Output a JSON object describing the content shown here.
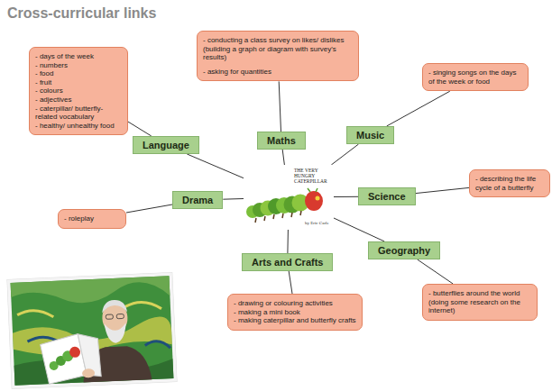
{
  "diagram": {
    "title": "Cross-curricular links",
    "nodes": [
      {
        "text": [
          "- days of the week",
          "- numbers",
          "- food",
          "- fruit",
          "- colours",
          "- adjectives",
          "- caterpillar/ butterfly-related vocabulary",
          "- healthy/ unhealthy food"
        ]
      },
      {
        "text": [
          "- conducting a class survey on likes/ dislikes (building a graph or diagram with survey's results)",
          "- asking for quantities"
        ]
      },
      {
        "text": [
          "- singing songs on the days of the week or food"
        ]
      },
      {
        "text": [
          "Maths"
        ]
      },
      {
        "text": [
          "Music"
        ]
      },
      {
        "text": [
          "Language"
        ]
      },
      {
        "text": [
          "- describing the life cycle of a butterfly"
        ]
      },
      {
        "text": [
          "THE VERY HUNGRY CATERPILLAR",
          "by Eric Carle"
        ]
      },
      {
        "text": [
          "Drama"
        ]
      },
      {
        "text": [
          "Science"
        ]
      },
      {
        "text": [
          "- roleplay"
        ]
      },
      {
        "text": [
          "Geography"
        ]
      },
      {
        "text": [
          "Arts and Crafts"
        ]
      },
      {
        "text": [
          "- butterflies around the world (doing some research on the internet)"
        ]
      },
      {
        "text": [
          "- drawing or colouring activities",
          "- making a mini book",
          "- making caterpillar and butterfly crafts"
        ]
      }
    ],
    "edges": [
      {
        "from": 7,
        "to": 5,
        "arrow": "none"
      },
      {
        "from": 7,
        "to": 3,
        "arrow": "none"
      },
      {
        "from": 7,
        "to": 4,
        "arrow": "none"
      },
      {
        "from": 7,
        "to": 8,
        "arrow": "none"
      },
      {
        "from": 7,
        "to": 9,
        "arrow": "none"
      },
      {
        "from": 7,
        "to": 11,
        "arrow": "none"
      },
      {
        "from": 7,
        "to": 12,
        "arrow": "none"
      },
      {
        "from": 5,
        "to": 0,
        "arrow": "none"
      },
      {
        "from": 3,
        "to": 1,
        "arrow": "none"
      },
      {
        "from": 4,
        "to": 2,
        "arrow": "none"
      },
      {
        "from": 8,
        "to": 10,
        "arrow": "none"
      },
      {
        "from": 9,
        "to": 6,
        "arrow": "none"
      },
      {
        "from": 11,
        "to": 13,
        "arrow": "none"
      },
      {
        "from": 12,
        "to": 14,
        "arrow": "none"
      }
    ]
  }
}
